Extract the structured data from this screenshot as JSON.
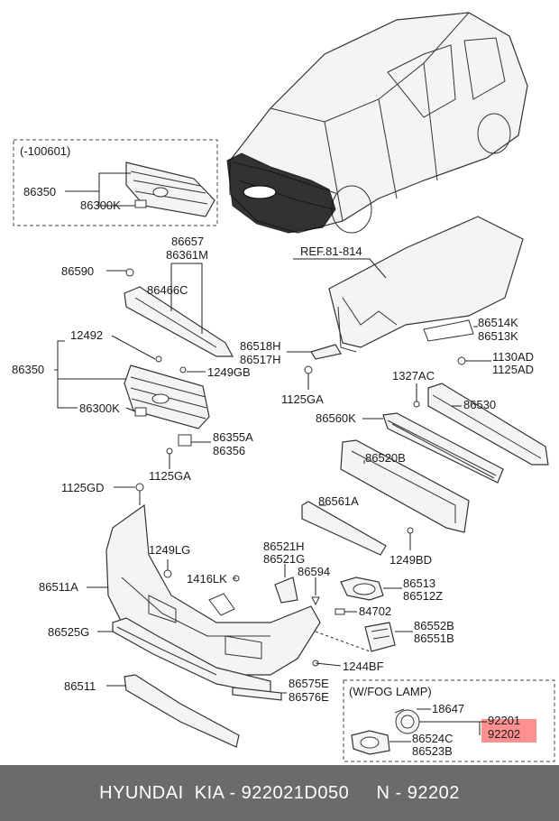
{
  "diagram": {
    "inset_variant_label": "(-100601)",
    "ref_label": "REF.81-814",
    "fog_lamp_label": "(W/FOG LAMP)",
    "highlight_color": "#ff6b6b",
    "parts": {
      "p86350_top": "86350",
      "p86300K_top": "86300K",
      "p86657": "86657",
      "p86361M": "86361M",
      "p86590": "86590",
      "p86466C": "86466C",
      "p12492": "12492",
      "p86350": "86350",
      "p1249GB": "1249GB",
      "p86300K": "86300K",
      "p86355A": "86355A",
      "p86356": "86356",
      "p1125GA_left": "1125GA",
      "p86518H": "86518H",
      "p86517H": "86517H",
      "p1125GA_right": "1125GA",
      "p86514K": "86514K",
      "p86513K": "86513K",
      "p1130AD": "1130AD",
      "p1125AD": "1125AD",
      "p1327AC": "1327AC",
      "p86530": "86530",
      "p86560K": "86560K",
      "p86520B": "86520B",
      "p1125GD": "1125GD",
      "p86561A": "86561A",
      "p1249BD": "1249BD",
      "p1249LG": "1249LG",
      "p86521H": "86521H",
      "p86521G": "86521G",
      "p86511A": "86511A",
      "p1416LK": "1416LK",
      "p86594": "86594",
      "p86513": "86513",
      "p86512Z": "86512Z",
      "p84702": "84702",
      "p86525G": "86525G",
      "p86552B": "86552B",
      "p86551B": "86551B",
      "p1244BF": "1244BF",
      "p86511": "86511",
      "p86575E": "86575E",
      "p86576E": "86576E",
      "p18647": "18647",
      "p92201": "92201",
      "p92202": "92202",
      "p86524C": "86524C",
      "p86523B": "86523B"
    }
  },
  "footer": {
    "brand": "HYUNDAI  KIA - 922021D050",
    "part_ref": "N - 92202"
  }
}
